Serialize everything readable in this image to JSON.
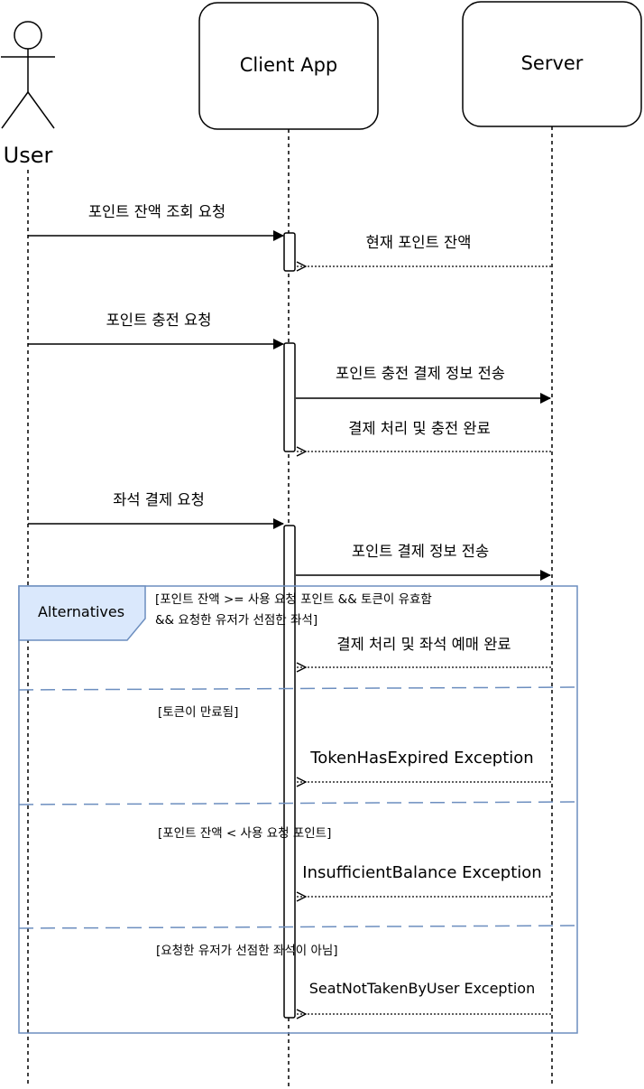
{
  "participants": {
    "user": {
      "label": "User",
      "kind": "actor"
    },
    "client": {
      "label": "Client App"
    },
    "server": {
      "label": "Server"
    }
  },
  "messages": [
    {
      "from": "User",
      "to": "Client App",
      "style": "sync",
      "label": "포인트 잔액 조회 요청"
    },
    {
      "from": "Server",
      "to": "Client App",
      "style": "return",
      "label": "현재 포인트 잔액"
    },
    {
      "from": "User",
      "to": "Client App",
      "style": "sync",
      "label": "포인트 충전 요청"
    },
    {
      "from": "Client App",
      "to": "Server",
      "style": "sync",
      "label": "포인트 충전 결제 정보 전송"
    },
    {
      "from": "Server",
      "to": "Client App",
      "style": "return",
      "label": "결제 처리 및 충전 완료"
    },
    {
      "from": "User",
      "to": "Client App",
      "style": "sync",
      "label": "좌석 결제 요청"
    },
    {
      "from": "Client App",
      "to": "Server",
      "style": "sync",
      "label": "포인트 결제 정보 전송"
    }
  ],
  "alt_frame": {
    "label": "Alternatives",
    "border_color": "#6c8ebf",
    "label_fill": "#dae8fc",
    "sections": [
      {
        "guard_lines": [
          "[포인트 잔액 >= 사용 요청 포인트 && 토큰이 유효함",
          "&& 요청한 유저가 선점한 좌석]"
        ],
        "message": {
          "from": "Server",
          "to": "Client App",
          "style": "return",
          "label": "결제 처리 및 좌석 예매 완료"
        }
      },
      {
        "guard_lines": [
          "[토큰이 만료됨]"
        ],
        "message": {
          "from": "Server",
          "to": "Client App",
          "style": "return",
          "label": "TokenHasExpired Exception"
        }
      },
      {
        "guard_lines": [
          "[포인트 잔액 < 사용 요청 포인트]"
        ],
        "message": {
          "from": "Server",
          "to": "Client App",
          "style": "return",
          "label": "InsufficientBalance Exception"
        }
      },
      {
        "guard_lines": [
          "[요청한 유저가 선점한 좌석이 아님]"
        ],
        "message": {
          "from": "Server",
          "to": "Client App",
          "style": "return",
          "label": "SeatNotTakenByUser Exception"
        }
      }
    ]
  }
}
